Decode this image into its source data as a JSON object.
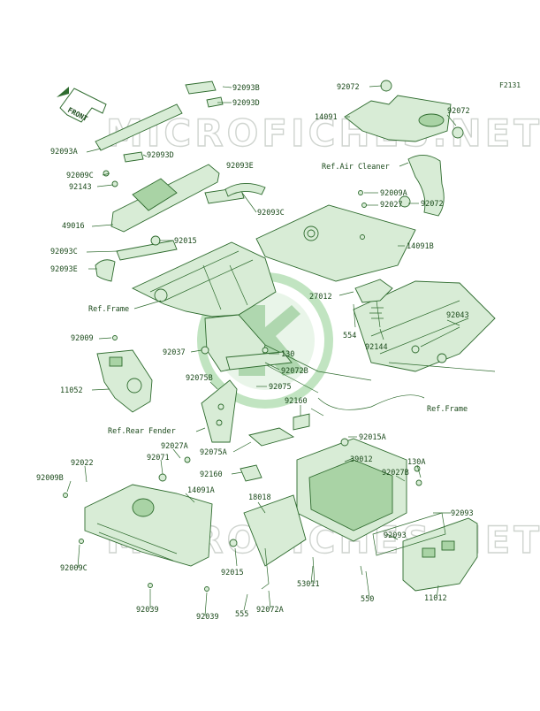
{
  "figure_id": "F2131",
  "watermark": "MICROFICHES.NET",
  "front_label": "FRONT",
  "labels": {
    "p92093B": "92093B",
    "p92093D_top": "92093D",
    "p92093A": "92093A",
    "p92093D_mid": "92093D",
    "p92009C_top": "92009C",
    "p92143": "92143",
    "p92093E_top": "92093E",
    "p49016": "49016",
    "p92093C_right": "92093C",
    "p92015_top": "92015",
    "p92093C_left": "92093C",
    "p92093E_left": "92093E",
    "refFrame1": "Ref.Frame",
    "p92072_top": "92072",
    "p14091": "14091",
    "p92072_right": "92072",
    "refAirCleaner": "Ref.Air Cleaner",
    "p92009A": "92009A",
    "p92027_top": "92027",
    "p92072_mid": "92072",
    "p14091B": "14091B",
    "p27012": "27012",
    "p554": "554",
    "p92043": "92043",
    "p92144": "92144",
    "p92009_left": "92009",
    "p92037": "92037",
    "p130": "130",
    "p92072B": "92072B",
    "p11052": "11052",
    "p92075B": "92075B",
    "p92075": "92075",
    "p92160_mid": "92160",
    "refFrame2": "Ref.Frame",
    "refRearFender": "Ref.Rear Fender",
    "p92015A": "92015A",
    "p92027A": "92027A",
    "p92071": "92071",
    "p92075A": "92075A",
    "p39012": "39012",
    "p130A": "130A",
    "p92022": "92022",
    "p92027B": "92027B",
    "p92009B": "92009B",
    "p14091A": "14091A",
    "p92160_low": "92160",
    "p18018": "18018",
    "p92093_right": "92093",
    "p92093_right2": "92093",
    "p92009C_low": "92009C",
    "p92015_low": "92015",
    "p53011": "53011",
    "p11012": "11012",
    "p550": "550",
    "p92039_a": "92039",
    "p555": "555",
    "p92072A": "92072A",
    "p92039_b": "92039"
  },
  "colors": {
    "line": "#2e6b2e",
    "fill": "#d8ecd6",
    "text": "#1b4a1b",
    "logo_green": "#7fbf7f"
  },
  "icons": [
    "front-arrow-icon",
    "brand-logo-watermark-icon"
  ]
}
